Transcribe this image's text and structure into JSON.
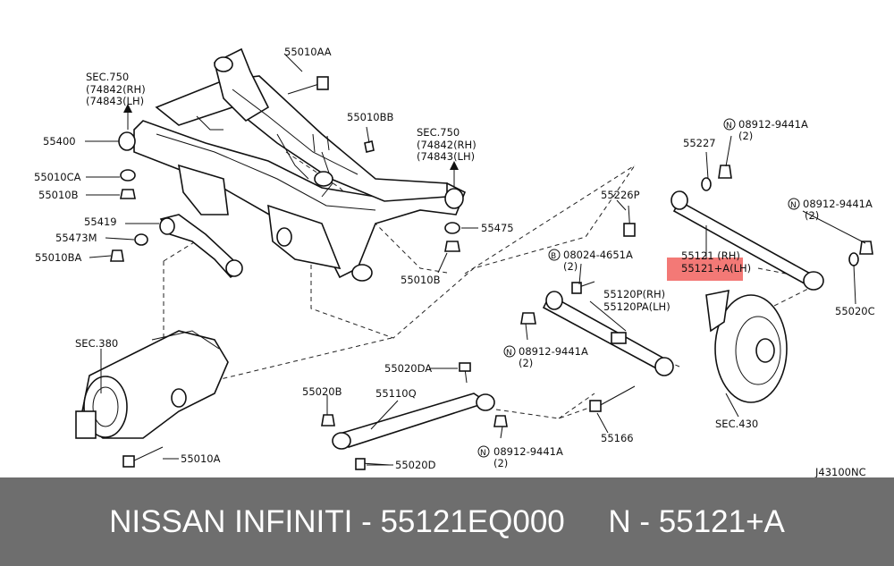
{
  "labels": {
    "l1": "55010AA",
    "l2": "SEC.750",
    "l3": "(74842(RH)",
    "l4": "(74843(LH)",
    "l5": "55010BB",
    "l6": "55400",
    "l7": "55010CA",
    "l8": "55010B",
    "l9": "55419",
    "l10": "55473M",
    "l11": "55010BA",
    "l12": "SEC.750",
    "l13": "(74842(RH)",
    "l14": "(74843(LH)",
    "l15": "55475",
    "l16": "55010B",
    "l17": "08912-9441A",
    "l18": "(2)",
    "l19": "55227",
    "l20": "55226P",
    "l21": "08912-9441A",
    "l22": "(2)",
    "l23": "08024-4651A",
    "l24": "(2)",
    "l25": "55121    (RH)",
    "l26": "55121+A(LH)",
    "l27": "55120P(RH)",
    "l28": "55120PA(LH)",
    "l29": "08912-9441A",
    "l30": "(2)",
    "l31": "55020C",
    "l32": "SEC.380",
    "l33": "55020DA",
    "l34": "55020B",
    "l35": "55110Q",
    "l36": "55166",
    "l37": "SEC.430",
    "l38": "08912-9441A",
    "l39": "(2)",
    "l40": "55020D",
    "l41": "55010A",
    "l42": "J43100NC",
    "m1": "N",
    "m2": "N",
    "m3": "B",
    "m4": "N",
    "m5": "N"
  },
  "highlight_color": "#ef5350",
  "footer": {
    "text": "NISSAN INFINITI - 55121EQ000     N - 55121+A",
    "background": "#6e6e6e"
  }
}
